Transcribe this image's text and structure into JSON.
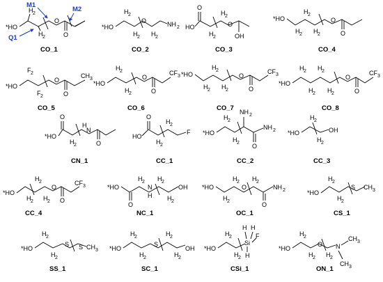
{
  "colors": {
    "ink": "#000000",
    "annotation": "#1f3fbf"
  },
  "annotations": {
    "m1": "M1",
    "m2": "M2",
    "q1": "Q1"
  },
  "molecules": [
    {
      "id": "CO_1",
      "label": "CO_1"
    },
    {
      "id": "CO_2",
      "label": "CO_2"
    },
    {
      "id": "CO_3",
      "label": "CO_3"
    },
    {
      "id": "CO_4",
      "label": "CO_4"
    },
    {
      "id": "CO_5",
      "label": "CO_5"
    },
    {
      "id": "CO_6",
      "label": "CO_6"
    },
    {
      "id": "CO_7",
      "label": "CO_7"
    },
    {
      "id": "CO_8",
      "label": "CO_8"
    },
    {
      "id": "CN_1",
      "label": "CN_1"
    },
    {
      "id": "CC_1",
      "label": "CC_1"
    },
    {
      "id": "CC_2",
      "label": "CC_2"
    },
    {
      "id": "CC_3",
      "label": "CC_3"
    },
    {
      "id": "CC_4",
      "label": "CC_4"
    },
    {
      "id": "NC_1",
      "label": "NC_1"
    },
    {
      "id": "OC_1",
      "label": "OC_1"
    },
    {
      "id": "CS_1",
      "label": "CS_1"
    },
    {
      "id": "SS_1",
      "label": "SS_1"
    },
    {
      "id": "SC_1",
      "label": "SC_1"
    },
    {
      "id": "CSi_1",
      "label": "CSi_1"
    },
    {
      "id": "ON_1",
      "label": "ON_1"
    }
  ]
}
